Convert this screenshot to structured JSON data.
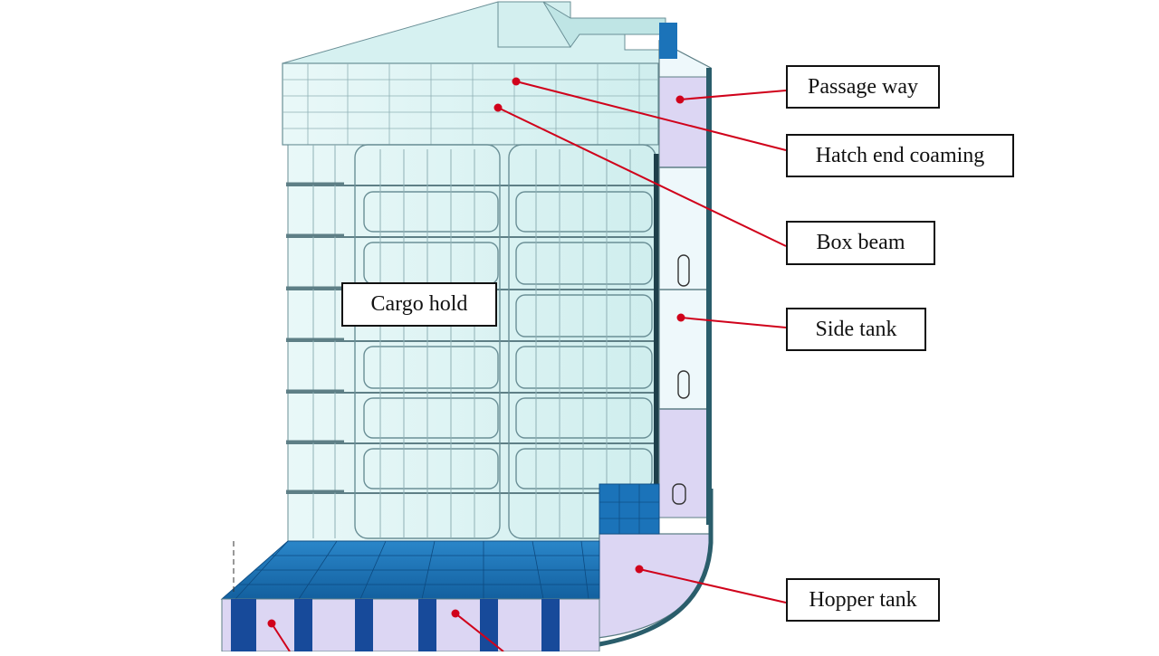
{
  "labels": {
    "passage_way": "Passage way",
    "hatch_end_coaming": "Hatch end coaming",
    "box_beam": "Box beam",
    "side_tank": "Side tank",
    "hopper_tank": "Hopper tank",
    "cargo_hold": "Cargo hold"
  },
  "colors": {
    "hull_light": "#dff4f4",
    "hull_edge": "#5e7f86",
    "tank_lavender": "#d9d4f2",
    "bottom_blue": "#1b73b9",
    "dark_blue": "#174a9a",
    "leader_red": "#d0021b"
  }
}
